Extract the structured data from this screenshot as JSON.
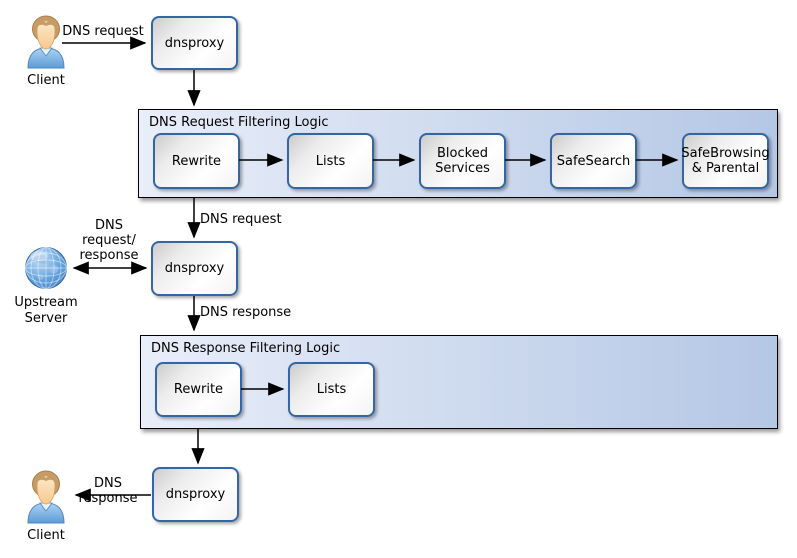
{
  "colors": {
    "node_border": "#3465a4",
    "container_border": "#000000",
    "container_gradient_start": "#e9eef9",
    "container_gradient_end": "#b4c7e5",
    "arrow": "#000000"
  },
  "nodes": {
    "client_top": {
      "label": "Client"
    },
    "dnsproxy_top": {
      "label": "dnsproxy"
    },
    "dnsproxy_middle": {
      "label": "dnsproxy"
    },
    "dnsproxy_bottom": {
      "label": "dnsproxy"
    },
    "upstream_server": {
      "label": "Upstream\nServer"
    },
    "client_bottom": {
      "label": "Client"
    }
  },
  "containers": {
    "request": {
      "title": "DNS Request Filtering Logic",
      "steps": [
        "Rewrite",
        "Lists",
        "Blocked\nServices",
        "SafeSearch",
        "SafeBrowsing\n& Parental"
      ]
    },
    "response": {
      "title": "DNS Response Filtering Logic",
      "steps": [
        "Rewrite",
        "Lists"
      ]
    }
  },
  "edge_labels": {
    "client_request": "DNS request",
    "filtered_request": "DNS request",
    "upstream_exchange": "DNS\nrequest/\nresponse",
    "dns_response": "DNS response",
    "client_response": "DNS response"
  }
}
